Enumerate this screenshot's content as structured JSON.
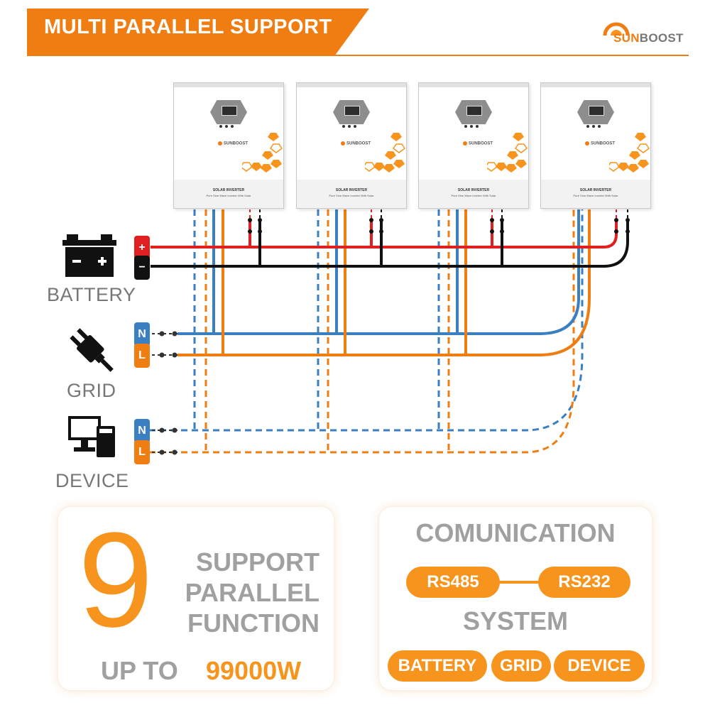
{
  "header": {
    "title": "MULTI PARALLEL SUPPORT",
    "brand_part1": "SUN",
    "brand_part2": "BOOST"
  },
  "inverter": {
    "label_main": "SOLAR INVERTER",
    "label_sub": "Pure Sine Wave Inverter With Solar",
    "brand": "SUNBOOST",
    "count": 4
  },
  "legend": {
    "battery": {
      "label": "BATTERY",
      "pin_plus": "+",
      "pin_minus": "−"
    },
    "grid": {
      "label": "GRID",
      "pin_n": "N",
      "pin_l": "L"
    },
    "device": {
      "label": "DEVICE",
      "pin_n": "N",
      "pin_l": "L"
    }
  },
  "parallel_card": {
    "number": "9",
    "line1": "SUPPORT",
    "line2": "PARALLEL",
    "line3": "FUNCTION",
    "up_to": "UP TO",
    "power": "99000W"
  },
  "comm_card": {
    "heading": "COMUNICATION",
    "pill_left": "RS485",
    "pill_right": "RS232",
    "subheading": "SYSTEM",
    "pills": [
      "BATTERY",
      "GRID",
      "DEVICE"
    ]
  },
  "colors": {
    "accent": "#f07d12",
    "pill": "#f7941d",
    "wire_red": "#e02020",
    "wire_black": "#111111",
    "wire_blue": "#3a7fc1",
    "wire_orange": "#f07d12",
    "text_gray": "#a0a0a0"
  }
}
